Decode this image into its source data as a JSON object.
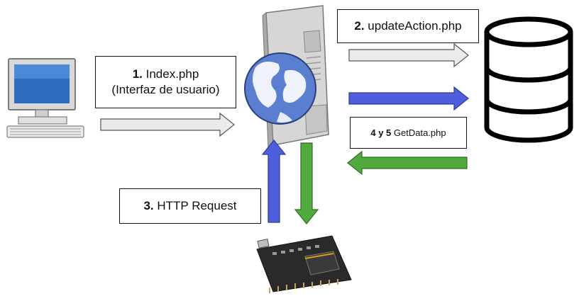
{
  "labels": {
    "index": {
      "num": "1.",
      "text": "Index.php",
      "line2": "(Interfaz de usuario)"
    },
    "update": {
      "num": "2.",
      "text": "updateAction.php"
    },
    "http": {
      "num": "3.",
      "text": "HTTP Request"
    },
    "getdata": {
      "num": "4 y 5",
      "text": "GetData.php"
    }
  },
  "colors": {
    "arrow_gray": "#ebebeb",
    "arrow_blue": "#4f5fdc",
    "arrow_green": "#52aa3e"
  },
  "icons": [
    "computer-icon",
    "server-icon",
    "globe-icon",
    "database-icon",
    "microcontroller-board-icon"
  ]
}
